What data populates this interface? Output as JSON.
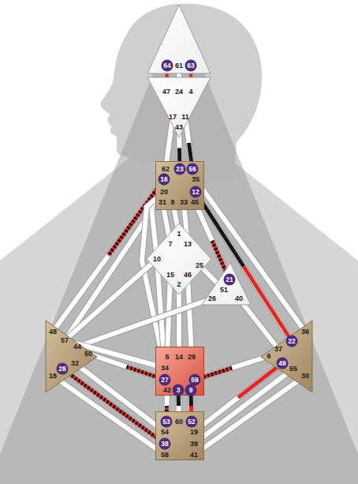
{
  "diagram": {
    "nodes": [
      {
        "text": [
          "64",
          "61",
          "63"
        ]
      },
      {
        "text": [
          "47",
          "24",
          "4",
          "17",
          "11",
          "43"
        ]
      },
      {
        "text": [
          "62",
          "23",
          "56",
          "16",
          "35",
          "20",
          "12",
          "31",
          "8",
          "33",
          "45"
        ]
      },
      {
        "text": [
          "1",
          "7",
          "13",
          "10",
          "25",
          "15",
          "46",
          "2"
        ]
      },
      {
        "text": [
          "21",
          "51",
          "26",
          "40"
        ]
      },
      {
        "text": [
          "48",
          "57",
          "44",
          "50",
          "32",
          "28",
          "18"
        ]
      },
      {
        "text": [
          "36",
          "22",
          "37",
          "6",
          "49",
          "55",
          "30"
        ]
      },
      {
        "text": [
          "5",
          "14",
          "29",
          "34",
          "27",
          "59",
          "42",
          "3",
          "9"
        ]
      },
      {
        "text": [
          "53",
          "60",
          "52",
          "54",
          "19",
          "38",
          "39",
          "58",
          "41"
        ]
      }
    ],
    "edges": [
      {
        "from": 0,
        "to": 1,
        "arrow": "none"
      },
      {
        "from": 0,
        "to": 1,
        "arrow": "none"
      },
      {
        "from": 0,
        "to": 1,
        "arrow": "none"
      },
      {
        "from": 1,
        "to": 2,
        "arrow": "none"
      },
      {
        "from": 1,
        "to": 2,
        "arrow": "none"
      },
      {
        "from": 1,
        "to": 2,
        "arrow": "none"
      },
      {
        "from": 2,
        "to": 5,
        "arrow": "none"
      },
      {
        "from": 2,
        "to": 5,
        "arrow": "none"
      },
      {
        "from": 2,
        "to": 3,
        "arrow": "none"
      },
      {
        "from": 2,
        "to": 7,
        "arrow": "none"
      },
      {
        "from": 2,
        "to": 3,
        "arrow": "none"
      },
      {
        "from": 2,
        "to": 3,
        "arrow": "none"
      },
      {
        "from": 2,
        "to": 3,
        "arrow": "none"
      },
      {
        "from": 2,
        "to": 4,
        "arrow": "none"
      },
      {
        "from": 2,
        "to": 6,
        "arrow": "none"
      },
      {
        "from": 2,
        "to": 6,
        "arrow": "none"
      },
      {
        "from": 3,
        "to": 4,
        "arrow": "none"
      },
      {
        "from": 3,
        "to": 5,
        "arrow": "none"
      },
      {
        "from": 3,
        "to": 7,
        "arrow": "none"
      },
      {
        "from": 3,
        "to": 7,
        "arrow": "none"
      },
      {
        "from": 3,
        "to": 7,
        "arrow": "none"
      },
      {
        "from": 3,
        "to": 7,
        "arrow": "none"
      },
      {
        "from": 4,
        "to": 5,
        "arrow": "none"
      },
      {
        "from": 4,
        "to": 6,
        "arrow": "none"
      },
      {
        "from": 5,
        "to": 7,
        "arrow": "none"
      },
      {
        "from": 5,
        "to": 7,
        "arrow": "none"
      },
      {
        "from": 5,
        "to": 8,
        "arrow": "none"
      },
      {
        "from": 5,
        "to": 8,
        "arrow": "none"
      },
      {
        "from": 5,
        "to": 8,
        "arrow": "none"
      },
      {
        "from": 6,
        "to": 7,
        "arrow": "none"
      },
      {
        "from": 6,
        "to": 8,
        "arrow": "none"
      },
      {
        "from": 6,
        "to": 8,
        "arrow": "none"
      },
      {
        "from": 6,
        "to": 8,
        "arrow": "none"
      },
      {
        "from": 7,
        "to": 8,
        "arrow": "none"
      },
      {
        "from": 7,
        "to": 8,
        "arrow": "none"
      },
      {
        "from": 7,
        "to": 8,
        "arrow": "none"
      }
    ]
  }
}
